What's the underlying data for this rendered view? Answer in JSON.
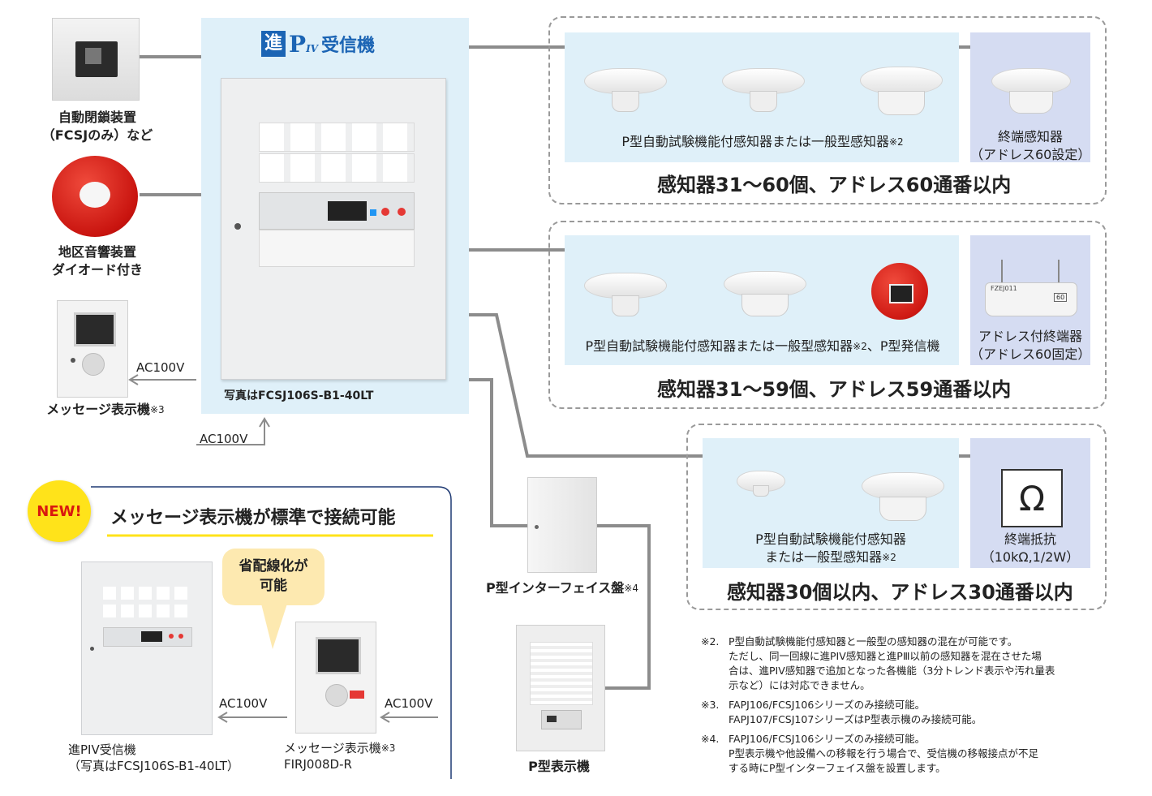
{
  "receiver": {
    "title_kanji": "進",
    "title_mark": "P",
    "title_mark_sub": "IV",
    "title_text": "受信機",
    "photo_caption": "写真はFCSJ106S-B1-40LT"
  },
  "left_devices": {
    "closing_device": {
      "line1": "自動閉鎖装置",
      "line2": "（FCSJのみ）など"
    },
    "bell": {
      "line1": "地区音響装置",
      "line2": "ダイオード付き"
    },
    "message_display": {
      "label": "メッセージ表示機",
      "note_ref": "※3",
      "power": "AC100V"
    },
    "receiver_power": "AC100V"
  },
  "circuits": [
    {
      "detectors_label": "P型自動試験機能付感知器または一般型感知器",
      "detectors_note": "※2",
      "end_label_1": "終端感知器",
      "end_label_2": "（アドレス60設定）",
      "summary": "感知器31～60個、アドレス60通番以内"
    },
    {
      "detectors_label": "P型自動試験機能付感知器または一般型感知器",
      "detectors_note": "※2",
      "detectors_extra": "、P型発信機",
      "end_label_1": "アドレス付終端器",
      "end_label_2": "（アドレス60固定）",
      "summary": "感知器31～59個、アドレス59通番以内",
      "terminator_text": "FZEJ011",
      "terminator_badge": "60"
    },
    {
      "detectors_label_1": "P型自動試験機能付感知器",
      "detectors_label_2": "または一般型感知器",
      "detectors_note": "※2",
      "end_symbol": "Ω",
      "end_label_1": "終端抵抗",
      "end_label_2": "（10kΩ,1/2W）",
      "summary": "感知器30個以内、アドレス30通番以内"
    }
  ],
  "interface_panel": {
    "label": "P型インターフェイス盤",
    "note_ref": "※4"
  },
  "display_panel": {
    "label": "P型表示機"
  },
  "new_box": {
    "badge": "NEW!",
    "headline": "メッセージ表示機が標準で接続可能",
    "bubble_line1": "省配線化が",
    "bubble_line2": "可能",
    "power_left": "AC100V",
    "power_right": "AC100V",
    "receiver_label_1": "進PIV受信機",
    "receiver_label_2": "（写真はFCSJ106S-B1-40LT）",
    "display_label_1": "メッセージ表示機",
    "display_note_ref": "※3",
    "display_label_2": "FIRJ008D-R"
  },
  "notes": [
    {
      "mark": "※2.",
      "lines": [
        "P型自動試験機能付感知器と一般型の感知器の混在が可能です。",
        "ただし、同一回線に進PIV感知器と進PⅢ以前の感知器を混在させた場",
        "合は、進PIV感知器で追加となった各機能（3分トレンド表示や汚れ量表",
        "示など）には対応できません。"
      ]
    },
    {
      "mark": "※3.",
      "lines": [
        "FAPJ106/FCSJ106シリーズのみ接続可能。",
        "FAPJ107/FCSJ107シリーズはP型表示機のみ接続可能。"
      ]
    },
    {
      "mark": "※4.",
      "lines": [
        "FAPJ106/FCSJ106シリーズのみ接続可能。",
        "P型表示機や他設備への移報を行う場合で、受信機の移報接点が不足",
        "する時にP型インターフェイス盤を設置します。"
      ]
    }
  ],
  "colors": {
    "panel_blue": "#dff0f9",
    "end_panel": "#d5dcf2",
    "line_gray": "#8c8c8c",
    "brand_blue": "#1b64b4",
    "new_yellow": "#ffe31a",
    "bell_red": "#d8201c",
    "bubble": "#fde9b0"
  }
}
